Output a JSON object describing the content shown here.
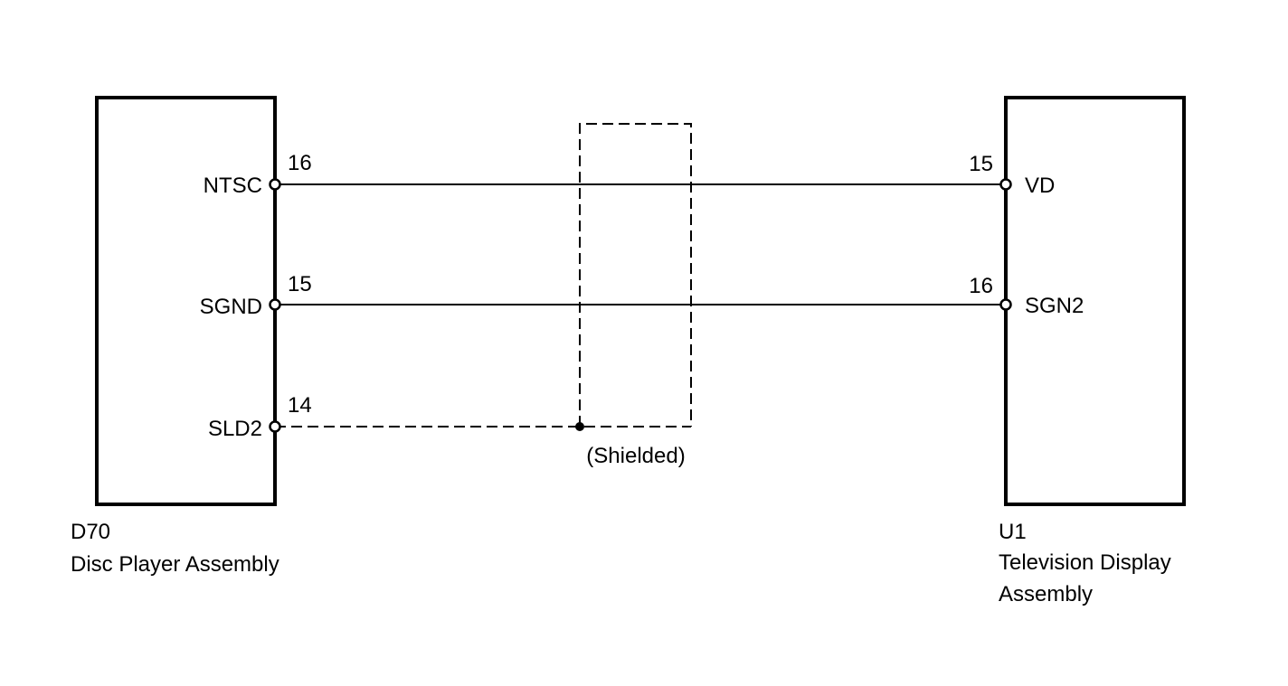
{
  "left_component": {
    "code": "D70",
    "name": "Disc Player Assembly",
    "pins": [
      {
        "label": "NTSC",
        "number": "16"
      },
      {
        "label": "SGND",
        "number": "15"
      },
      {
        "label": "SLD2",
        "number": "14"
      }
    ]
  },
  "right_component": {
    "code": "U1",
    "name_line1": "Television Display",
    "name_line2": "Assembly",
    "pins": [
      {
        "label": "VD",
        "number": "15"
      },
      {
        "label": "SGN2",
        "number": "16"
      }
    ]
  },
  "shield": {
    "label": "(Shielded)"
  }
}
